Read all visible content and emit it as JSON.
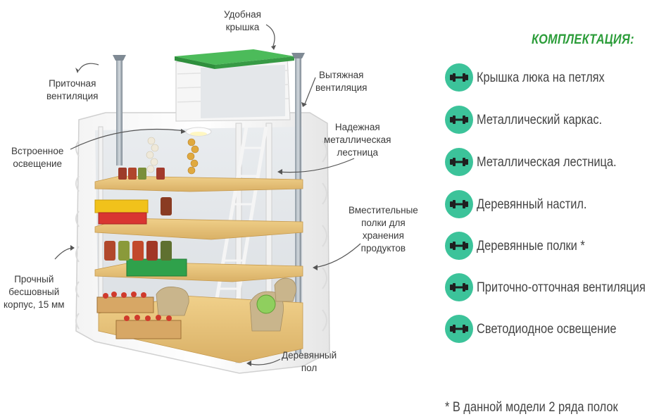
{
  "callouts": {
    "lid": "Удобная\nкрышка",
    "supply_vent": "Приточная\nвентиляция",
    "exhaust_vent": "Вытяжная\nвентиляция",
    "lighting": "Встроенное\nосвещение",
    "ladder": "Надежная\nметаллическая\nлестница",
    "shelves": "Вместительные\nполки для\nхранения\nпродуктов",
    "body": "Прочный\nбесшовный\nкорпус, 15 мм",
    "floor": "Деревянный\nпол"
  },
  "specs": {
    "title": "КОМПЛЕКТАЦИЯ:",
    "items": [
      {
        "label": "Крышка люка на петлях"
      },
      {
        "label": "Металлический каркас."
      },
      {
        "label": "Металлическая лестница."
      },
      {
        "label": "Деревянный настил."
      },
      {
        "label": "Деревянные полки *"
      },
      {
        "label": "Приточно-отточная вентиляция"
      },
      {
        "label": "Светодиодное освещение"
      }
    ]
  },
  "footnote": "* В данной модели 2 ряда полок",
  "colors": {
    "accent_green": "#2c9d3a",
    "icon_circle": "#3cc39a",
    "lid_green": "#3aa248",
    "wood": "#e8c77e"
  }
}
